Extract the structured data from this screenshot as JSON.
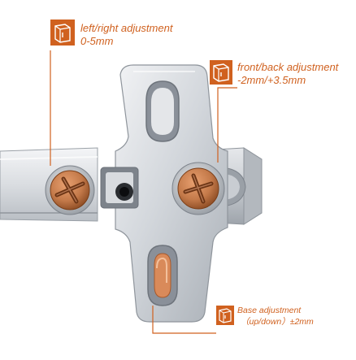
{
  "colors": {
    "accent": "#d0611f",
    "metal_light": "#eceef1",
    "metal_mid": "#c3c8ce",
    "metal_dark": "#8a9099",
    "screw": "#c47a4a"
  },
  "icons": [
    "adjust-box-icon",
    "adjust-box-icon",
    "adjust-box-icon"
  ],
  "callouts": {
    "left_right": {
      "title": "left/right adjustment",
      "range": "0-5mm"
    },
    "front_back": {
      "title": "front/back adjustment",
      "range": "-2mm/+3.5mm"
    },
    "base": {
      "title": "Base adjustment",
      "range": "（up/down）±2mm"
    }
  }
}
